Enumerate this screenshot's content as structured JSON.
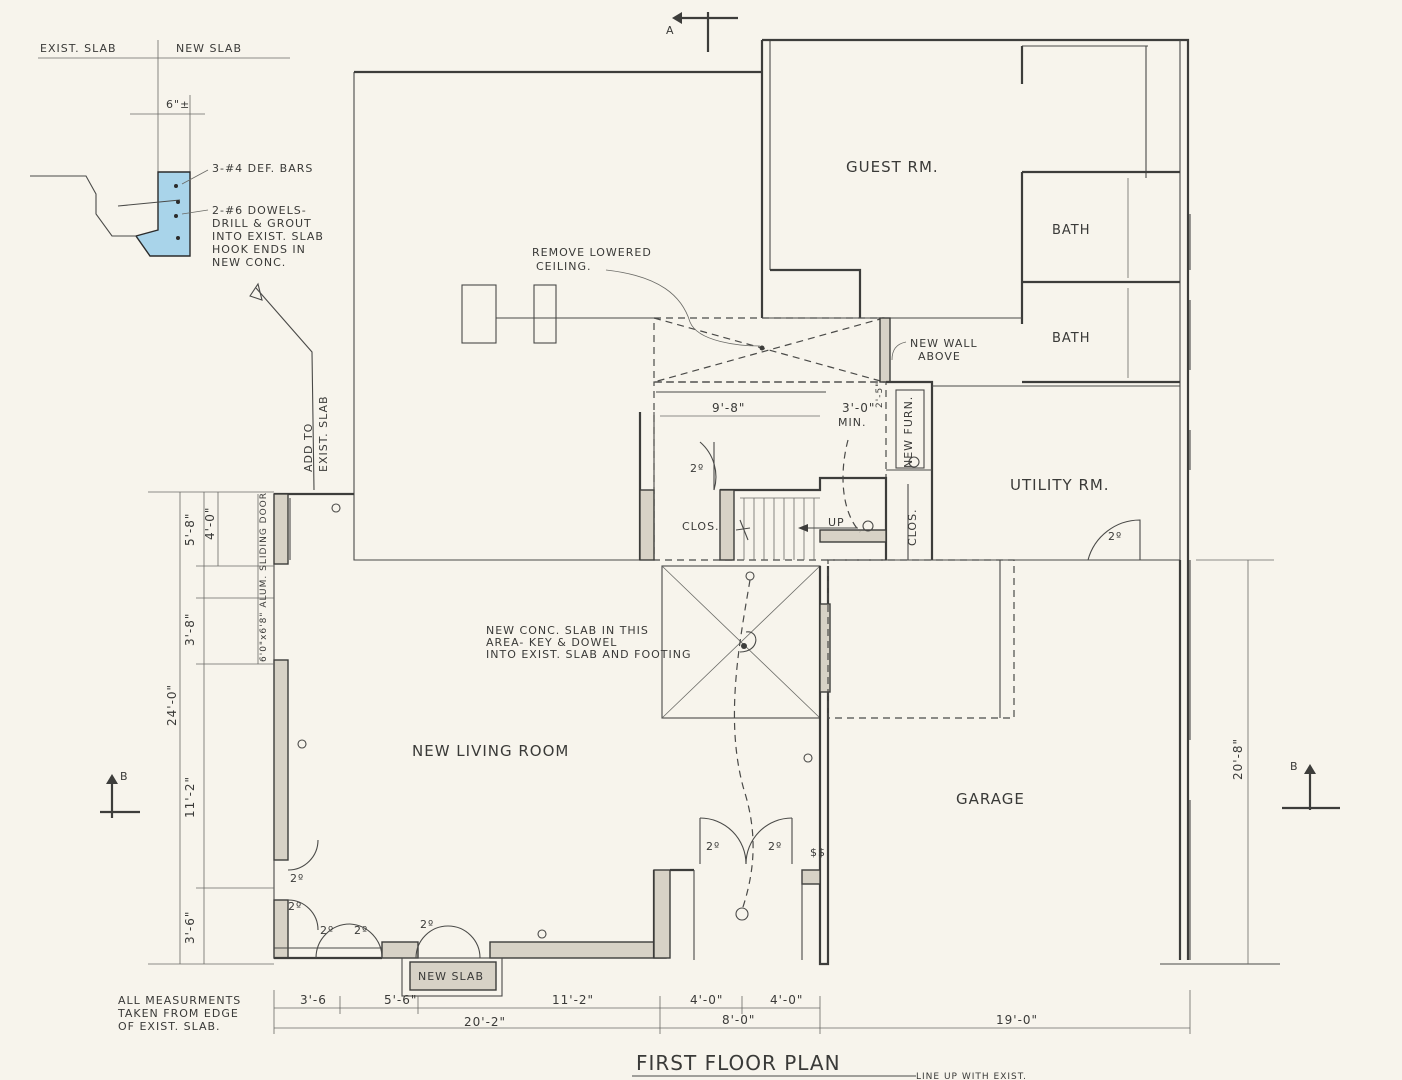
{
  "drawing_title": "FIRST FLOOR PLAN",
  "bottom_note": "LINE UP WITH EXIST.",
  "rooms": {
    "guest": "GUEST RM.",
    "bath1": "BATH",
    "bath2": "BATH",
    "utility": "UTILITY RM.",
    "living": "NEW LIVING ROOM",
    "garage": "GARAGE",
    "clos_left": "CLOS.",
    "clos_right": "CLOS.",
    "new_furn": "NEW FURN."
  },
  "detail": {
    "exist_slab": "EXIST. SLAB",
    "new_slab": "NEW SLAB",
    "offset": "6\"±",
    "bars": "3-#4 DEF. BARS",
    "dowels": [
      "2-#6 DOWELS-",
      "DRILL & GROUT",
      "INTO EXIST. SLAB",
      "HOOK ENDS IN",
      "NEW CONC."
    ]
  },
  "notes": {
    "add_to_exist": [
      "ADD TO",
      "EXIST. SLAB"
    ],
    "remove_ceiling": [
      "REMOVE LOWERED",
      "CEILING."
    ],
    "new_wall": [
      "NEW WALL",
      "ABOVE"
    ],
    "new_slab_area": [
      "NEW CONC. SLAB IN THIS",
      "AREA- KEY & DOWEL",
      "INTO EXIST. SLAB AND FOOTING"
    ],
    "sliding_door": "6'0\"x6'8\" ALUM. SLIDING DOOR",
    "measurements": [
      "ALL MEASURMENTS",
      "TAKEN FROM EDGE",
      "OF EXIST. SLAB."
    ],
    "new_slab_label": "NEW SLAB",
    "up": "UP",
    "min": "MIN."
  },
  "dimensions": {
    "d_5_8": "5'-8\"",
    "d_4_0": "4'-0\"",
    "d_3_8": "3'-8\"",
    "d_24_0": "24'-0\"",
    "d_11_2v": "11'-2\"",
    "d_3_6v": "3'-6\"",
    "d_20_8": "20'-8\"",
    "d_9_8": "9'-8\"",
    "d_3_0": "3'-0\"",
    "d_2_5": "2'-5\"",
    "d_3_6": "3'-6",
    "d_5_6": "5'-6\"",
    "d_11_2": "11'-2\"",
    "d_4_0a": "4'-0\"",
    "d_4_0b": "4'-0\"",
    "d_20_2": "20'-2\"",
    "d_8_0": "8'-0\"",
    "d_19_0": "19'-0\""
  },
  "door_labels": {
    "d1": "2º",
    "d2": "2º",
    "d3": "2º",
    "d4": "2º",
    "d5": "2º",
    "d6": "2º",
    "d7": "2º",
    "d8": "2º",
    "d9": "2º"
  },
  "section_marks": {
    "a": "A",
    "b_left": "B",
    "b_right": "B"
  }
}
